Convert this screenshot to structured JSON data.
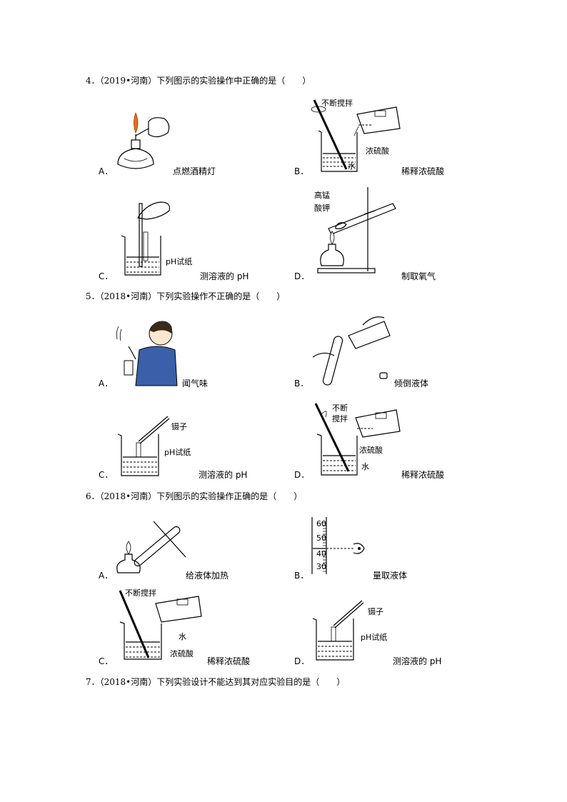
{
  "questions": [
    {
      "stem": "4．（2019•河南）下列图示的实验操作中正确的是（　　）",
      "options": [
        {
          "letter": "A．",
          "caption": "点燃酒精灯",
          "labels": []
        },
        {
          "letter": "B．",
          "caption": "稀释浓硫酸",
          "labels": [
            "不断搅拌",
            "浓硫酸",
            "水"
          ]
        },
        {
          "letter": "C．",
          "caption": "测溶液的 pH",
          "labels": [
            "pH试纸"
          ]
        },
        {
          "letter": "D．",
          "caption": "制取氧气",
          "labels": [
            "高锰",
            "酸钾"
          ]
        }
      ]
    },
    {
      "stem": "5．（2018•河南）下列实验操作不正确的是（　　）",
      "options": [
        {
          "letter": "A．",
          "caption": "闻气味",
          "labels": []
        },
        {
          "letter": "B．",
          "caption": "倾倒液体",
          "labels": []
        },
        {
          "letter": "C．",
          "caption": "测溶液的 pH",
          "labels": [
            "镊子",
            "pH试纸"
          ]
        },
        {
          "letter": "D．",
          "caption": "稀释浓硫酸",
          "labels": [
            "不断",
            "搅拌",
            "浓硫酸",
            "水"
          ]
        }
      ]
    },
    {
      "stem": "6．（2018•河南）下列图示的实验操作正确的是（　　）",
      "options": [
        {
          "letter": "A．",
          "caption": "给液体加热",
          "labels": []
        },
        {
          "letter": "B．",
          "caption": "量取液体",
          "labels": [
            "60",
            "50",
            "40",
            "30"
          ]
        },
        {
          "letter": "C．",
          "caption": "稀释浓硫酸",
          "labels": [
            "不断搅拌",
            "水",
            "浓硫酸"
          ]
        },
        {
          "letter": "D．",
          "caption": "测溶液的 pH",
          "labels": [
            "镊子",
            "pH试纸"
          ]
        }
      ]
    },
    {
      "stem": "7．（2018•河南）下列实验设计不能达到其对应实验目的是（　　）",
      "options": []
    }
  ]
}
